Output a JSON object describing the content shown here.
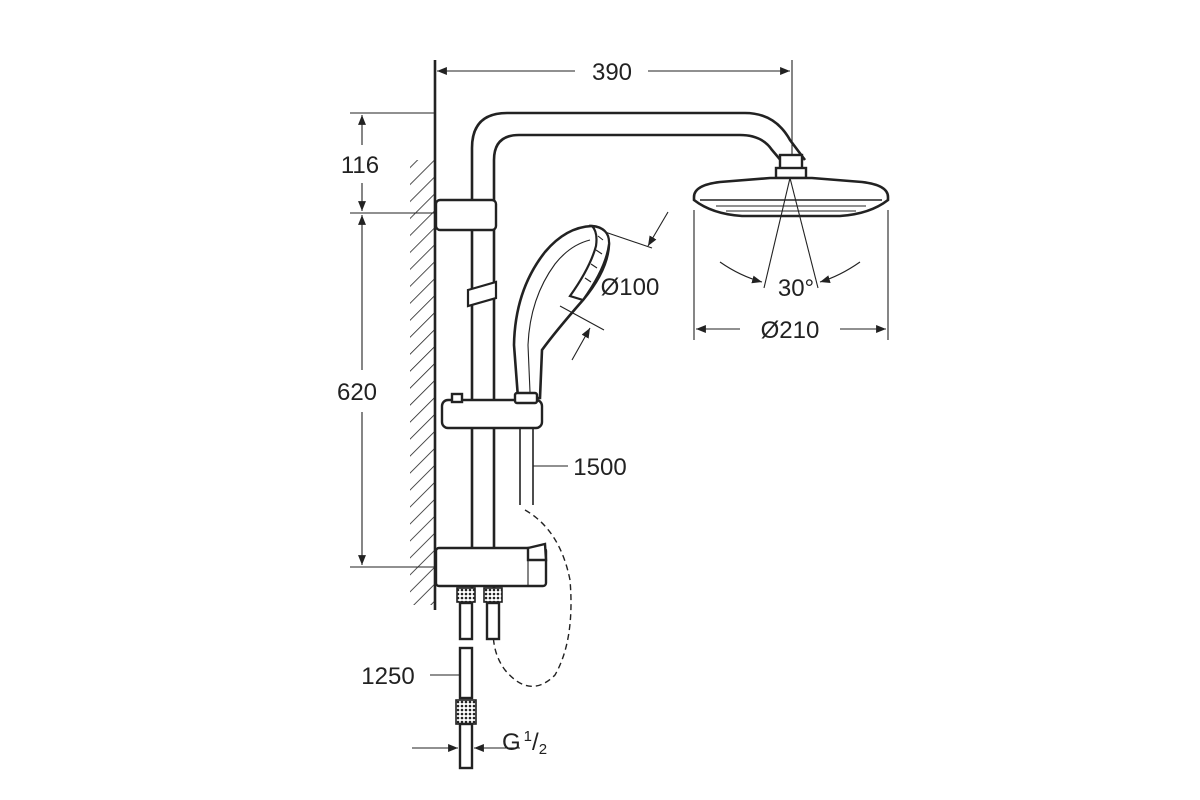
{
  "dimensions": {
    "width_total": "390",
    "arm_height": "116",
    "rail_height": "620",
    "hand_shower_diameter": "Ø100",
    "head_shower_diameter": "Ø210",
    "spray_angle": "30°",
    "shower_hose_length": "1500",
    "supply_hose_length": "1250",
    "thread_main": "G",
    "thread_num": "1",
    "thread_den": "2"
  },
  "colors": {
    "ink": "#222222",
    "background": "#ffffff"
  }
}
